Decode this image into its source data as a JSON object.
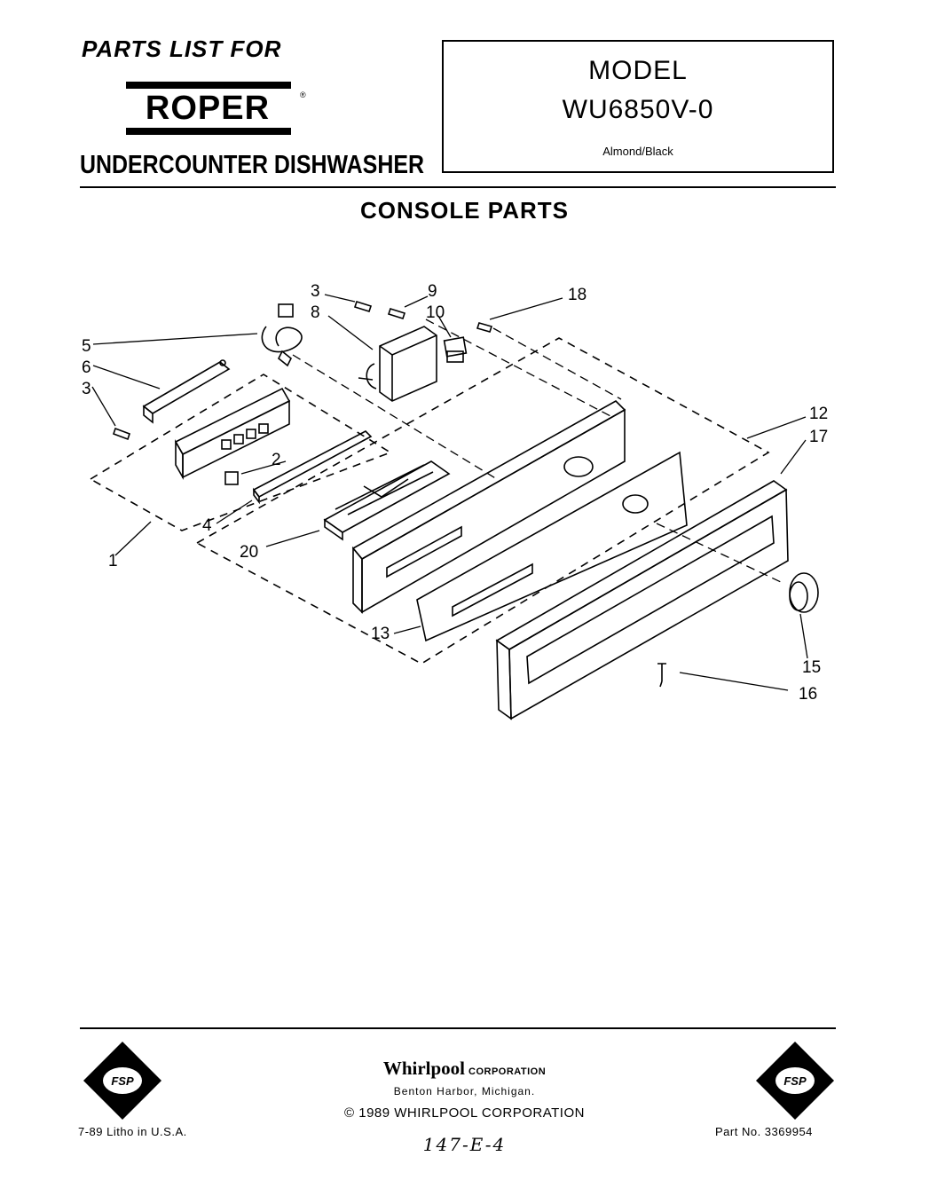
{
  "header": {
    "parts_list_for": "PARTS LIST FOR",
    "brand": "ROPER",
    "brand_mark": "®",
    "product": "UNDERCOUNTER DISHWASHER"
  },
  "model_box": {
    "label": "MODEL",
    "number": "WU6850V-0",
    "color": "Almond/Black"
  },
  "section_title": "CONSOLE PARTS",
  "callouts": {
    "c1": "1",
    "c2": "2",
    "c3a": "3",
    "c3b": "3",
    "c4": "4",
    "c5": "5",
    "c6": "6",
    "c8": "8",
    "c9": "9",
    "c10": "10",
    "c12": "12",
    "c13": "13",
    "c15": "15",
    "c16": "16",
    "c17": "17",
    "c18": "18",
    "c20": "20"
  },
  "footer": {
    "logo_text": "FSP",
    "litho": "7-89 Litho in U.S.A.",
    "corp_name": "Whirlpool",
    "corp_suffix": "CORPORATION",
    "corp_city": "Benton Harbor, Michigan.",
    "copyright": "© 1989 WHIRLPOOL CORPORATION",
    "handwritten_code": "147-E-4",
    "part_no": "Part No. 3369954"
  }
}
